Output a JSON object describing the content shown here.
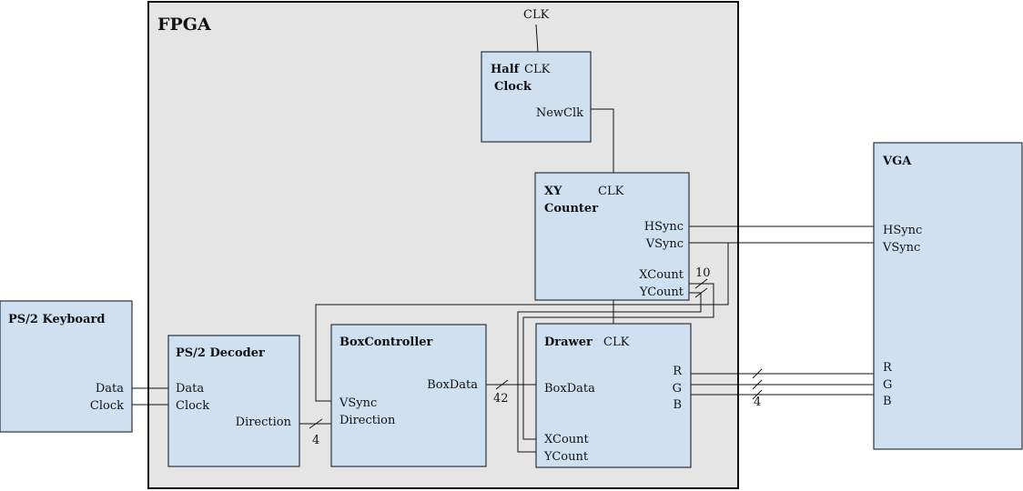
{
  "fpga": {
    "label": "FPGA",
    "clk_input": "CLK"
  },
  "ps2_keyboard": {
    "title": "PS/2 Keyboard",
    "ports": {
      "data": "Data",
      "clock": "Clock"
    }
  },
  "ps2_decoder": {
    "title": "PS/2 Decoder",
    "ports": {
      "data": "Data",
      "clock": "Clock",
      "direction": "Direction"
    }
  },
  "box_controller": {
    "title": "BoxController",
    "ports": {
      "box_data": "BoxData",
      "vsync": "VSync",
      "direction": "Direction"
    }
  },
  "half_clock": {
    "title_line1": "Half",
    "title_line2": "Clock",
    "ports": {
      "clk": "CLK",
      "new_clk": "NewClk"
    }
  },
  "xy_counter": {
    "title_line1": "XY",
    "title_line2": "Counter",
    "ports": {
      "clk": "CLK",
      "hsync": "HSync",
      "vsync": "VSync",
      "xcount": "XCount",
      "ycount": "YCount"
    }
  },
  "drawer": {
    "title": "Drawer",
    "ports": {
      "clk": "CLK",
      "r": "R",
      "g": "G",
      "b": "B",
      "box_data": "BoxData",
      "xcount": "XCount",
      "ycount": "YCount"
    }
  },
  "vga": {
    "title": "VGA",
    "ports": {
      "hsync": "HSync",
      "vsync": "VSync",
      "r": "R",
      "g": "G",
      "b": "B"
    }
  },
  "bus_widths": {
    "direction": "4",
    "box_data": "42",
    "count": "10",
    "rgb": "4"
  }
}
